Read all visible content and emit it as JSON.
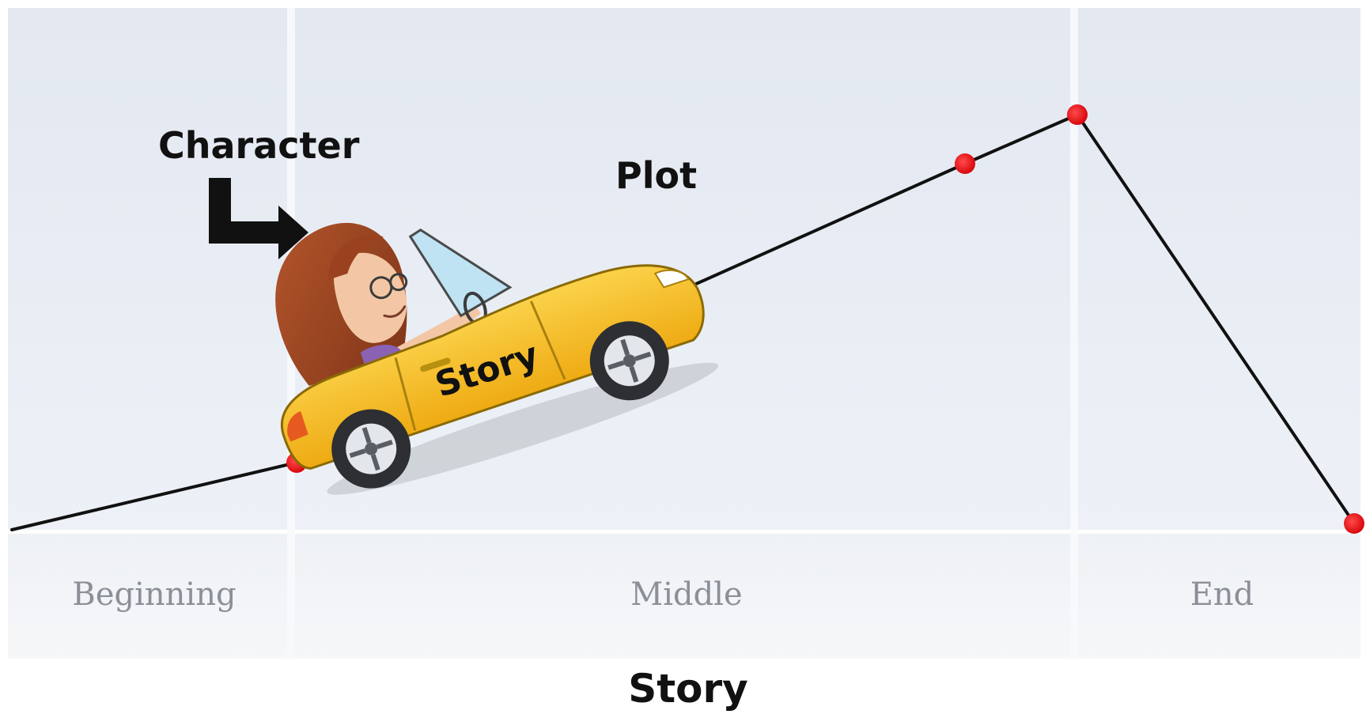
{
  "labels": {
    "character": "Character",
    "plot": "Plot",
    "car_text": "Story",
    "footer": "Story"
  },
  "sections": [
    {
      "name": "beginning",
      "label": "Beginning"
    },
    {
      "name": "middle",
      "label": "Middle"
    },
    {
      "name": "end",
      "label": "End"
    }
  ],
  "colors": {
    "panel_background": "#e8edf5",
    "plot_line": "#111111",
    "plot_point": "#e8141a",
    "car_body": "#f4bb1c",
    "label_text": "#8a8f98",
    "annotation_text": "#111111"
  },
  "icons": [
    "character-arrow-icon",
    "car-illustration",
    "driver-illustration"
  ]
}
